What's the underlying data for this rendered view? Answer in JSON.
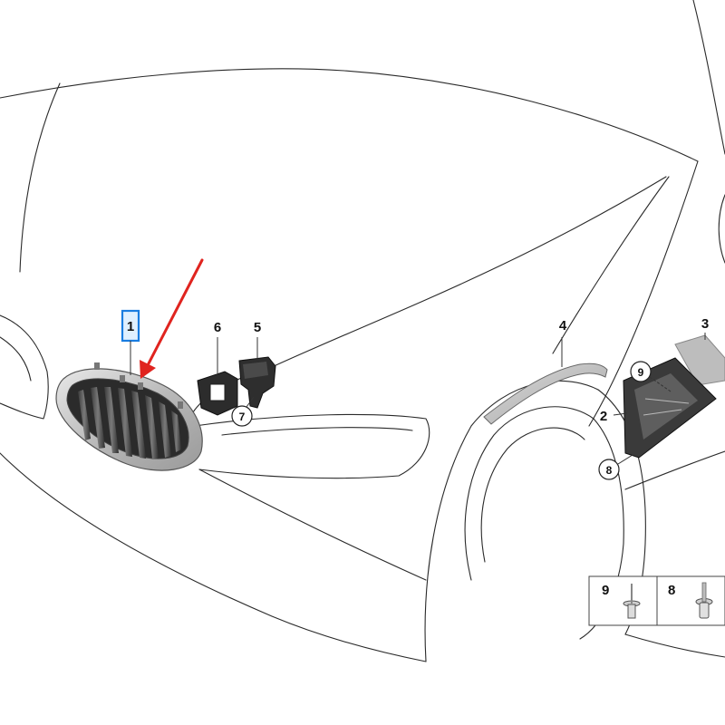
{
  "callouts": {
    "c1": "1",
    "c2": "2",
    "c3": "3",
    "c4": "4",
    "c5": "5",
    "c6": "6",
    "c7": "7",
    "c8": "8",
    "c9": "9"
  },
  "parts_table": {
    "cells": [
      "9",
      "8"
    ]
  },
  "colors": {
    "arrow": "#e0241f",
    "highlight_box": "#1a7de0",
    "line": "#2a2a2a"
  }
}
